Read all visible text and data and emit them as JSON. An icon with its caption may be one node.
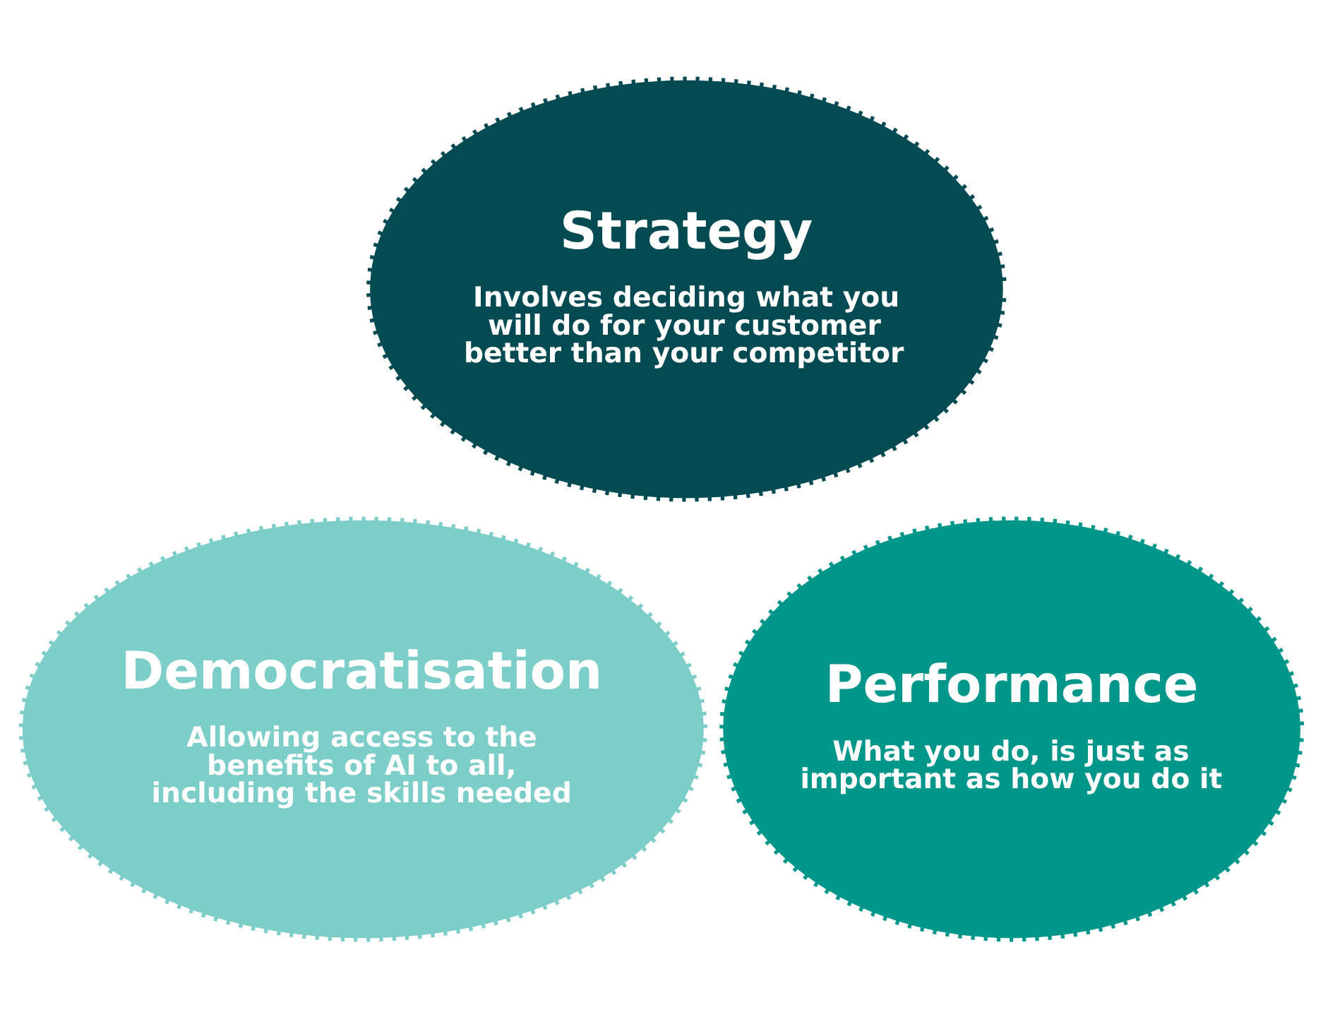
{
  "diagram": {
    "nodes": [
      {
        "text": [
          "Strategy",
          "Involves deciding what you will do for your customer better than your competitor"
        ]
      },
      {
        "text": [
          "Democratisation",
          "Allowing access to the benefits of AI to all, including the skills needed"
        ]
      },
      {
        "text": [
          "Performance",
          "What you do, is just as important as how you do it"
        ]
      }
    ]
  }
}
